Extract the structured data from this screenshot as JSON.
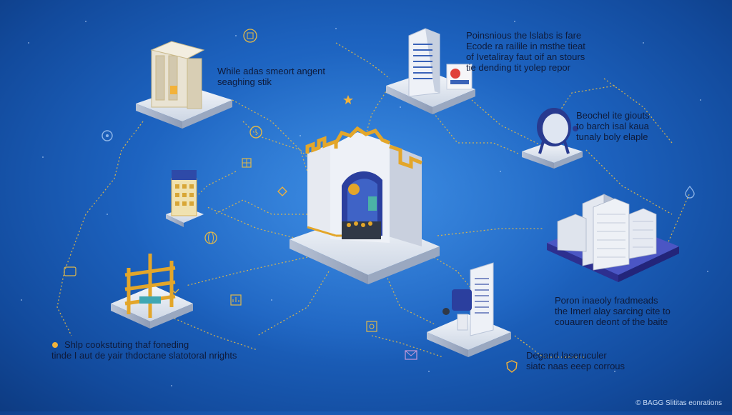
{
  "captions": {
    "top_left": [
      "While adas smeort angent",
      "seaghing stik"
    ],
    "top_right": [
      "Poinsnious the lslabs is fare",
      "Ecode ra railile in msthe tieat",
      "of Ivetaliray faut oif an stours",
      "tie dending tit yolep repor"
    ],
    "right_upper": [
      "Beochel ite giouts",
      "to barch isal kaua",
      "tunaly boly elaple"
    ],
    "right_lower": [
      "Poron inaeoly fradmeads",
      "the Imerl alay sarcing cite to",
      "couauren deont of the baite"
    ],
    "bottom_left": [
      "Shlp cookstuting thaf foneding",
      "tinde I aut de yair thdoctane slatotoral nrights"
    ],
    "bottom_right": [
      "Degand laseruculer",
      "siatc naas eeep corrous"
    ]
  },
  "footer": "© BAGG Slititas eonrations",
  "colors": {
    "background": "#1d63c0",
    "connector": "#e0b84a",
    "platform": "#e8edf5",
    "gold": "#e3a62a",
    "label_text": "#0e1a3a"
  },
  "icons": [
    "building-node-icon",
    "clock-node-icon",
    "gear-node-icon",
    "star-node-icon",
    "globe-node-icon",
    "shield-node-icon"
  ]
}
